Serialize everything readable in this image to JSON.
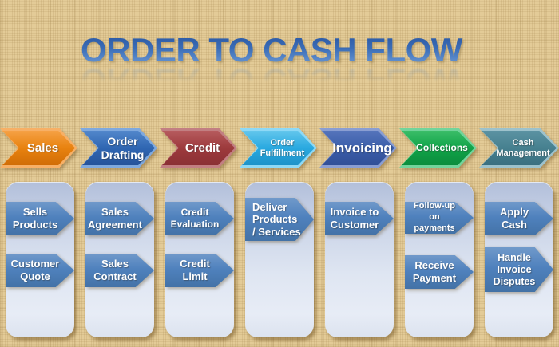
{
  "title": {
    "text": "ORDER TO CASH FLOW",
    "color_top": "#27549f",
    "color_bottom": "#719fd9"
  },
  "background_color": "#e3cb97",
  "substep_arrow_color": "#4f81bd",
  "panel_color_top": "#b2bfda",
  "panel_color_bottom": "#e7ecf6",
  "stages": [
    {
      "label": "Sales",
      "color": "#e8820f",
      "substeps": [
        "Sells\nProducts",
        "Customer\nQuote"
      ]
    },
    {
      "label": "Order\nDrafting",
      "color": "#2f66b2",
      "substeps": [
        "Sales\nAgreement",
        "Sales\nContract"
      ]
    },
    {
      "label": "Credit",
      "color": "#9d3a3c",
      "substeps": [
        "Credit\nEvaluation",
        "Credit\nLimit"
      ]
    },
    {
      "label": "Order\nFulfillment",
      "color": "#29a9e0",
      "substeps": [
        "Deliver\nProducts\n/ Services"
      ]
    },
    {
      "label": "Invoicing",
      "color": "#3a5da9",
      "substeps": [
        "Invoice to\nCustomer"
      ]
    },
    {
      "label": "Collections",
      "color": "#10a348",
      "substeps": [
        "Follow-up on\npayments",
        "Receive\nPayment"
      ]
    },
    {
      "label": "Cash\nManagement",
      "color": "#46808f",
      "substeps": [
        "Apply\nCash",
        "Handle\nInvoice\nDisputes"
      ]
    }
  ]
}
